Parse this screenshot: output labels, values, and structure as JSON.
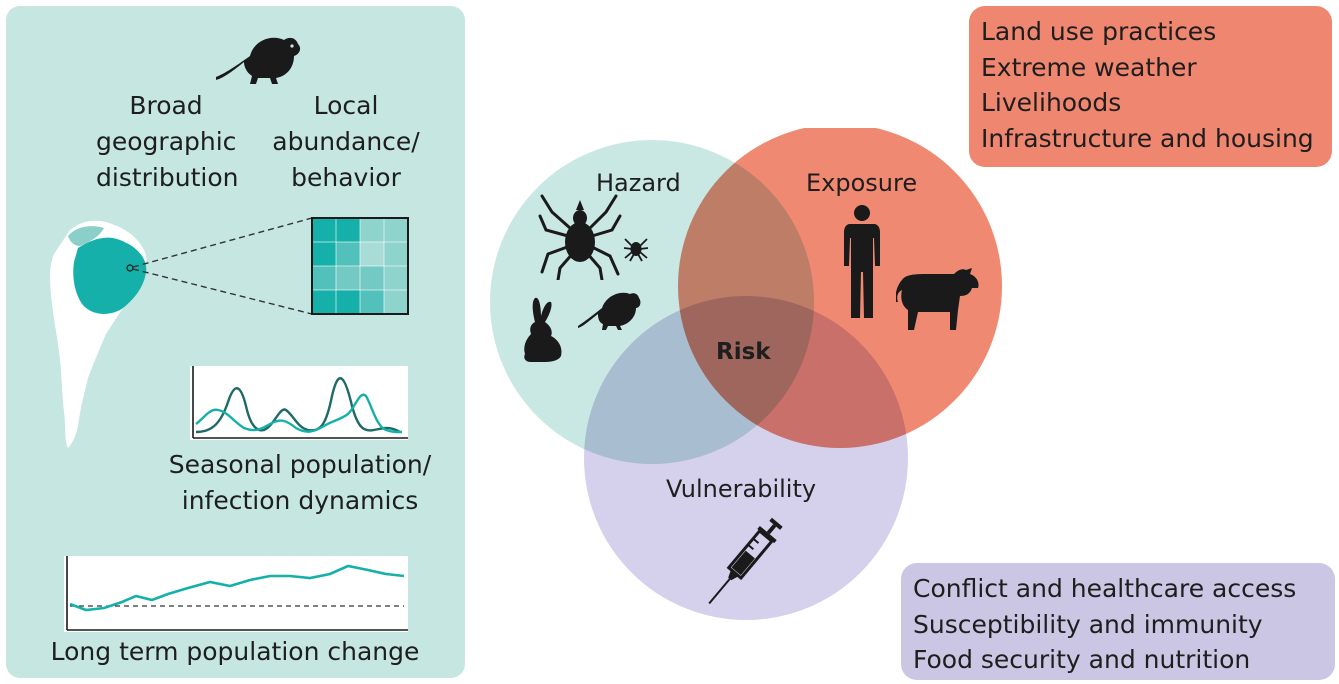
{
  "left_panel": {
    "broad_label": [
      "Broad",
      "geographic",
      "distribution"
    ],
    "local_label": [
      "Local",
      "abundance/",
      "behavior"
    ],
    "seasonal_label": [
      "Seasonal population/",
      "infection dynamics"
    ],
    "longterm_label": "Long term population change"
  },
  "venn": {
    "hazard": "Hazard",
    "exposure": "Exposure",
    "vulnerability": "Vulnerability",
    "center": "Risk"
  },
  "exposure_factors": [
    "Land use practices",
    "Extreme weather",
    "Livelihoods",
    "Infrastructure and housing"
  ],
  "vulnerability_factors": [
    "Conflict and healthcare access",
    "Susceptibility and immunity",
    "Food security and nutrition"
  ],
  "colors": {
    "hazard": "#c5e6e1",
    "exposure": "#ef8670",
    "vulnerability": "#cac6e3",
    "teal": "#16b0aa"
  }
}
